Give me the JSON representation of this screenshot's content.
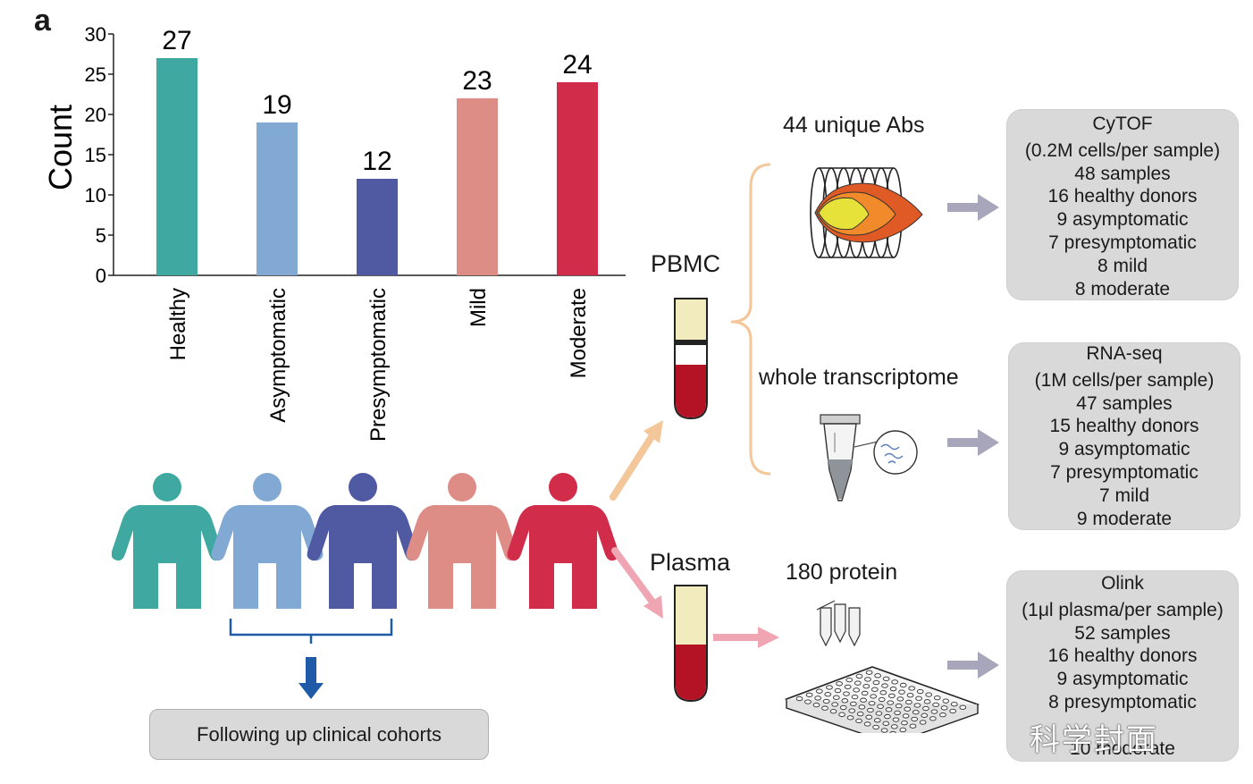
{
  "panel_letter": "a",
  "colors": {
    "healthy": "#3ea8a1",
    "asymptomatic": "#82a8d4",
    "presymptomatic": "#4f5aa2",
    "mild": "#de8d86",
    "moderate": "#d22c4b",
    "orange_arrow": "#f4c79a",
    "pink_arrow": "#f0a5b3",
    "gray_arrow": "#a8a6ba",
    "box_fill": "#d9d9d9",
    "blue_bracket": "#1f5aa8"
  },
  "chart_data": {
    "type": "bar",
    "ylabel": "Count",
    "xlabel": "",
    "ylim": [
      0,
      30
    ],
    "yticks": [
      "0",
      "5",
      "10",
      "15",
      "20",
      "25",
      "30"
    ],
    "categories": [
      "Healthy",
      "Asymptomatic",
      "Presymptomatic",
      "Mild",
      "Moderate"
    ],
    "values": [
      27,
      19,
      12,
      22,
      24
    ],
    "data_labels": [
      "27",
      "19",
      "12",
      "23",
      "24"
    ],
    "bar_colors": [
      "#3ea8a1",
      "#82a8d4",
      "#4f5aa2",
      "#de8d86",
      "#d22c4b"
    ]
  },
  "diagram": {
    "pbmc_label": "PBMC",
    "plasma_label": "Plasma",
    "abs_label": "44 unique Abs",
    "transcriptome_label": "whole transcriptome",
    "protein_label": "180 protein",
    "followup_label": "Following up clinical cohorts",
    "cytof_box": [
      "CyTOF",
      "(0.2M cells/per sample)",
      "48 samples",
      "16 healthy donors",
      "9 asymptomatic",
      "7 presymptomatic",
      "8 mild",
      "8 moderate"
    ],
    "rnaseq_box": [
      "RNA-seq",
      "(1M cells/per sample)",
      "47 samples",
      "15 healthy donors",
      "9 asymptomatic",
      "7 presymptomatic",
      "7 mild",
      "9 moderate"
    ],
    "olink_box": [
      "Olink",
      "(1μl plasma/per sample)",
      "52 samples",
      "16 healthy donors",
      "9 asymptomatic",
      "8 presymptomatic",
      "",
      "10 moderate"
    ],
    "watermark": "科学封面"
  }
}
